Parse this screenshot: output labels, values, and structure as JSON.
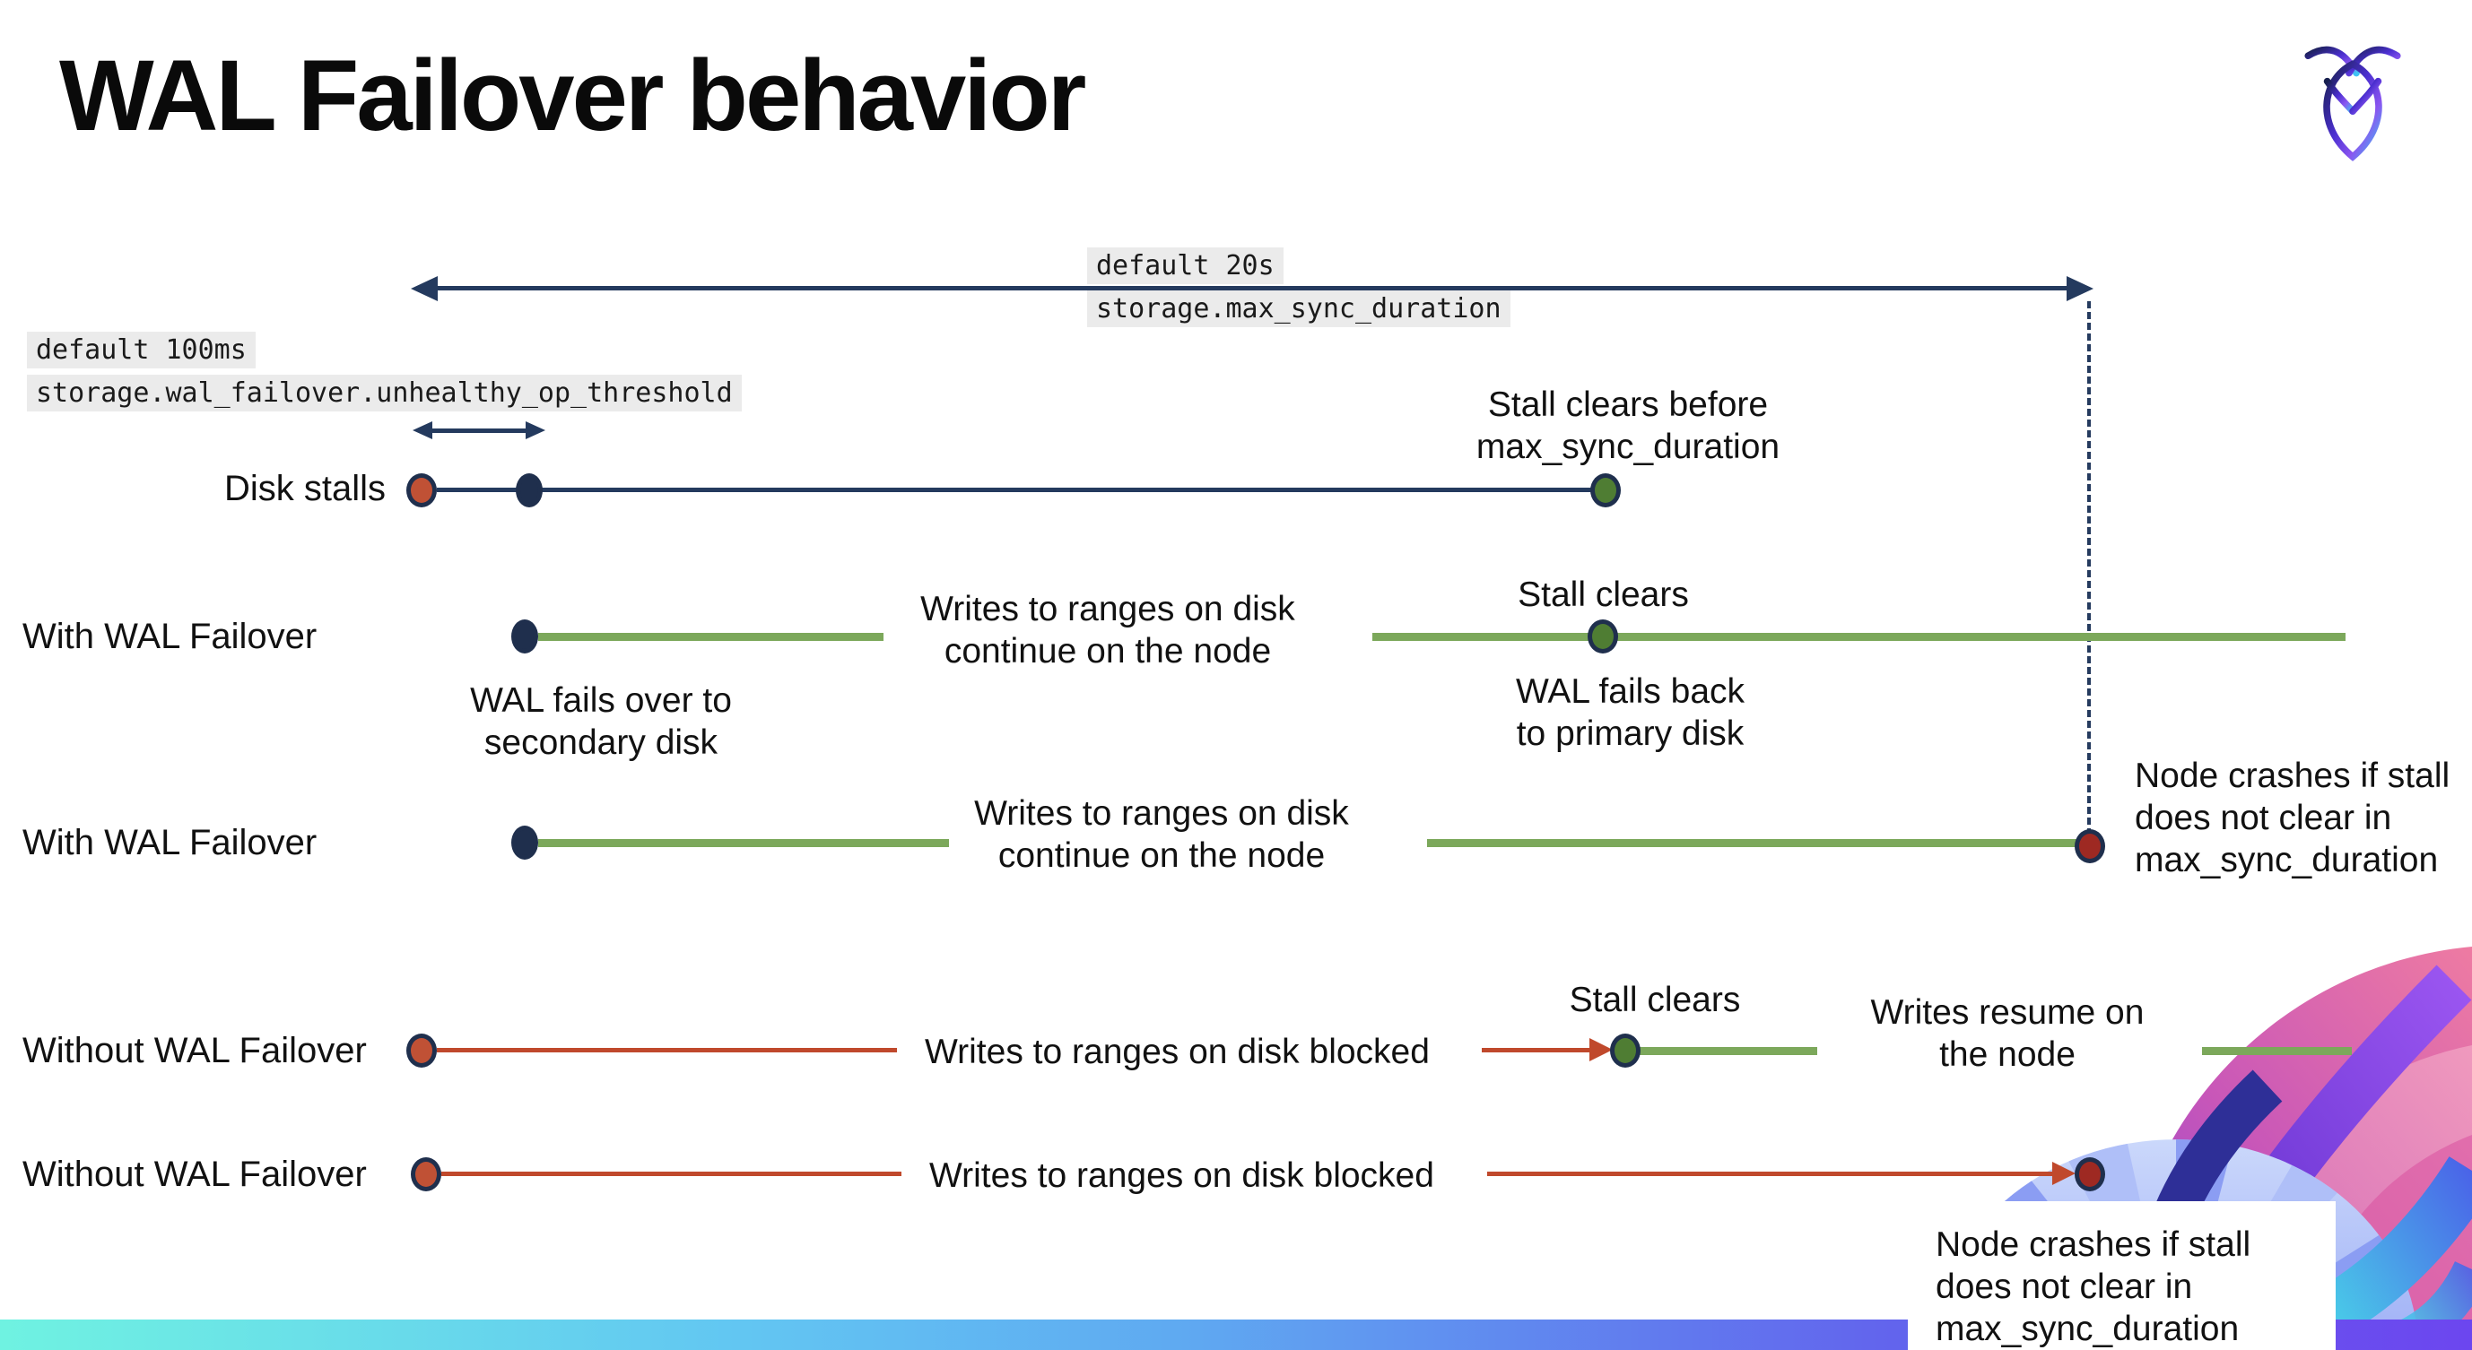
{
  "title": "WAL Failover behavior",
  "settings_callouts": {
    "max_sync_duration": {
      "line1": "default 20s",
      "line2": "storage.max_sync_duration"
    },
    "unhealthy_op_threshold": {
      "line1": "default 100ms",
      "line2": "storage.wal_failover.unhealthy_op_threshold"
    }
  },
  "row_labels": [
    "Disk stalls",
    "With WAL Failover",
    "With WAL Failover",
    "Without WAL Failover",
    "Without WAL Failover"
  ],
  "annotations": {
    "stall_clears_before": [
      "Stall clears before",
      "max_sync_duration"
    ],
    "stall_clears": "Stall clears",
    "writes_continue": [
      "Writes to ranges on disk",
      "continue on the node"
    ],
    "writes_blocked": "Writes to ranges on disk  blocked",
    "writes_resume": [
      "Writes resume on",
      "the node"
    ],
    "wal_fails_over": [
      "WAL fails over to",
      "secondary disk"
    ],
    "wal_fails_back": [
      "WAL fails  back",
      "to primary disk"
    ],
    "node_crashes": [
      "Node crashes if stall",
      "does not clear in",
      "max_sync_duration"
    ]
  },
  "colors": {
    "navy": "#243A5E",
    "dot_border_navy": "#1F2F4D",
    "green_line": "#7CA85B",
    "green_dot": "#4F7D33",
    "red_line": "#C0492C",
    "red_orange_dot": "#C05135",
    "dark_red_dot": "#9E2922",
    "code_background": "#EBEBEB",
    "bottom_bar_gradient": [
      "#6FF2E1",
      "#5FA9F1",
      "#6265ED",
      "#6C46EF"
    ]
  }
}
